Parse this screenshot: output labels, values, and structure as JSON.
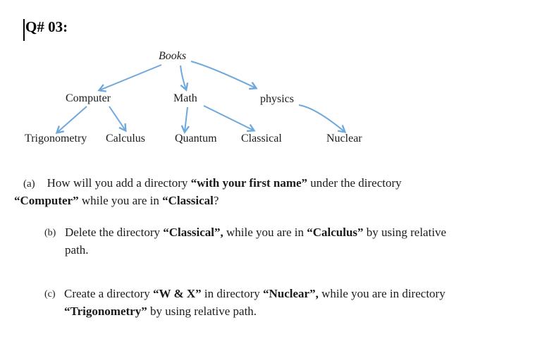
{
  "title": {
    "text": "Q# 03:"
  },
  "diagram": {
    "arrow_color": "#6FA8DC",
    "nodes": [
      {
        "id": "books",
        "label": "Books"
      },
      {
        "id": "computer",
        "label": "Computer"
      },
      {
        "id": "math",
        "label": "Math"
      },
      {
        "id": "physics",
        "label": "physics"
      },
      {
        "id": "trigonometry",
        "label": "Trigonometry"
      },
      {
        "id": "calculus",
        "label": "Calculus"
      },
      {
        "id": "quantum",
        "label": "Quantum"
      },
      {
        "id": "classical",
        "label": "Classical"
      },
      {
        "id": "nuclear",
        "label": "Nuclear"
      }
    ],
    "edges": [
      {
        "from": "Books",
        "to": "Computer"
      },
      {
        "from": "Books",
        "to": "Math"
      },
      {
        "from": "Books",
        "to": "physics"
      },
      {
        "from": "Computer",
        "to": "Trigonometry"
      },
      {
        "from": "Computer",
        "to": "Calculus"
      },
      {
        "from": "Math",
        "to": "Quantum"
      },
      {
        "from": "Math",
        "to": "Classical"
      },
      {
        "from": "physics",
        "to": "Nuclear"
      }
    ]
  },
  "questions": [
    {
      "marker": "(a)",
      "runs": [
        {
          "text": "How will you add a directory ",
          "bold": false
        },
        {
          "text": "“with your first name”",
          "bold": true
        },
        {
          "text": " under the directory\n",
          "bold": false
        },
        {
          "text": "“Computer”",
          "bold": true
        },
        {
          "text": " while you are in ",
          "bold": false
        },
        {
          "text": "“Classical",
          "bold": true
        },
        {
          "text": "?",
          "bold": false
        }
      ]
    },
    {
      "marker": "(b)",
      "runs": [
        {
          "text": "Delete the directory ",
          "bold": false
        },
        {
          "text": "“Classical”,",
          "bold": true
        },
        {
          "text": " while you are in ",
          "bold": false
        },
        {
          "text": "“Calculus”",
          "bold": true
        },
        {
          "text": " by using relative\npath.",
          "bold": false
        }
      ]
    },
    {
      "marker": "(c)",
      "runs": [
        {
          "text": "Create a directory ",
          "bold": false
        },
        {
          "text": "“W & X”",
          "bold": true
        },
        {
          "text": " in directory ",
          "bold": false
        },
        {
          "text": "“Nuclear”,",
          "bold": true
        },
        {
          "text": " while you are in directory\n",
          "bold": false
        },
        {
          "text": "“Trigonometry”",
          "bold": true
        },
        {
          "text": " by using relative path.",
          "bold": false
        }
      ]
    }
  ]
}
